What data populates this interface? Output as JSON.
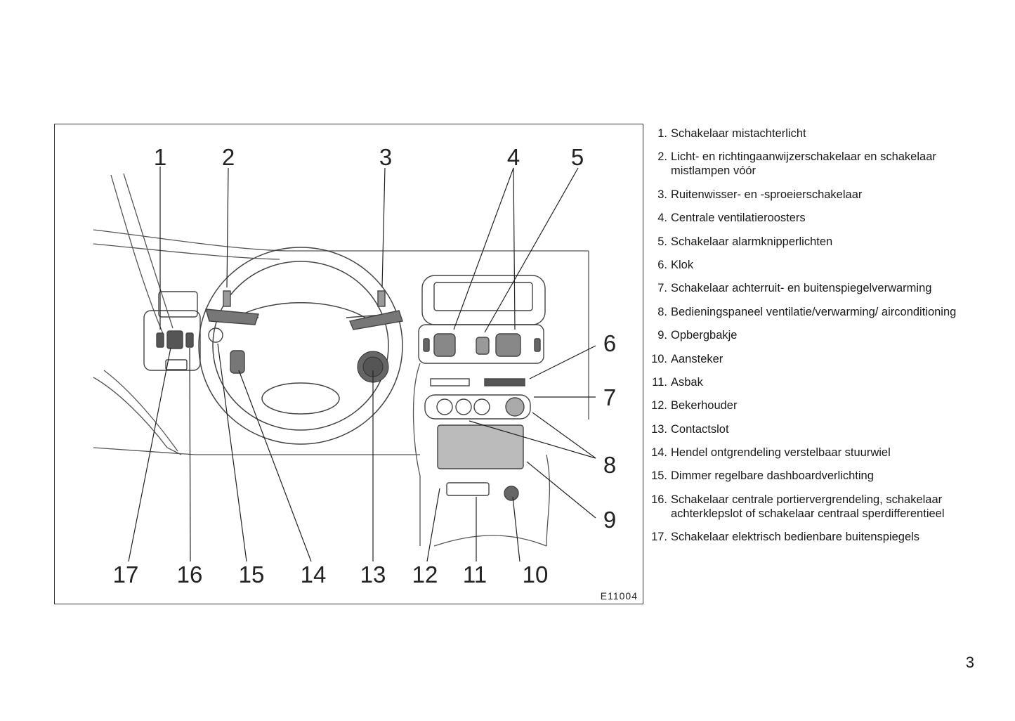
{
  "figure": {
    "code": "E11004",
    "callouts": {
      "c1": "1",
      "c2": "2",
      "c3": "3",
      "c4": "4",
      "c5": "5",
      "c6": "6",
      "c7": "7",
      "c8": "8",
      "c9": "9",
      "c10": "10",
      "c11": "11",
      "c12": "12",
      "c13": "13",
      "c14": "14",
      "c15": "15",
      "c16": "16",
      "c17": "17"
    }
  },
  "legend": [
    {
      "num": "1.",
      "text": "Schakelaar mistachterlicht"
    },
    {
      "num": "2.",
      "text": "Licht- en richtingaanwijzerschakelaar en schakelaar mistlampen vóór"
    },
    {
      "num": "3.",
      "text": "Ruitenwisser- en -sproeierschakelaar"
    },
    {
      "num": "4.",
      "text": "Centrale ventilatieroosters"
    },
    {
      "num": "5.",
      "text": "Schakelaar alarmknipperlichten"
    },
    {
      "num": "6.",
      "text": "Klok"
    },
    {
      "num": "7.",
      "text": "Schakelaar achterruit- en buitenspiegelverwarming"
    },
    {
      "num": "8.",
      "text": "Bedieningspaneel ventilatie/verwarming/ airconditioning"
    },
    {
      "num": "9.",
      "text": "Opbergbakje"
    },
    {
      "num": "10.",
      "text": "Aansteker"
    },
    {
      "num": "11.",
      "text": "Asbak"
    },
    {
      "num": "12.",
      "text": "Bekerhouder"
    },
    {
      "num": "13.",
      "text": "Contactslot"
    },
    {
      "num": "14.",
      "text": "Hendel ontgrendeling verstelbaar stuurwiel"
    },
    {
      "num": "15.",
      "text": "Dimmer regelbare dashboardverlichting"
    },
    {
      "num": "16.",
      "text": "Schakelaar centrale portiervergrendeling, schakelaar achterklepslot of schakelaar centraal sperdifferentieel"
    },
    {
      "num": "17.",
      "text": "Schakelaar elektrisch bedienbare buitenspiegels"
    }
  ],
  "page_number": "3"
}
